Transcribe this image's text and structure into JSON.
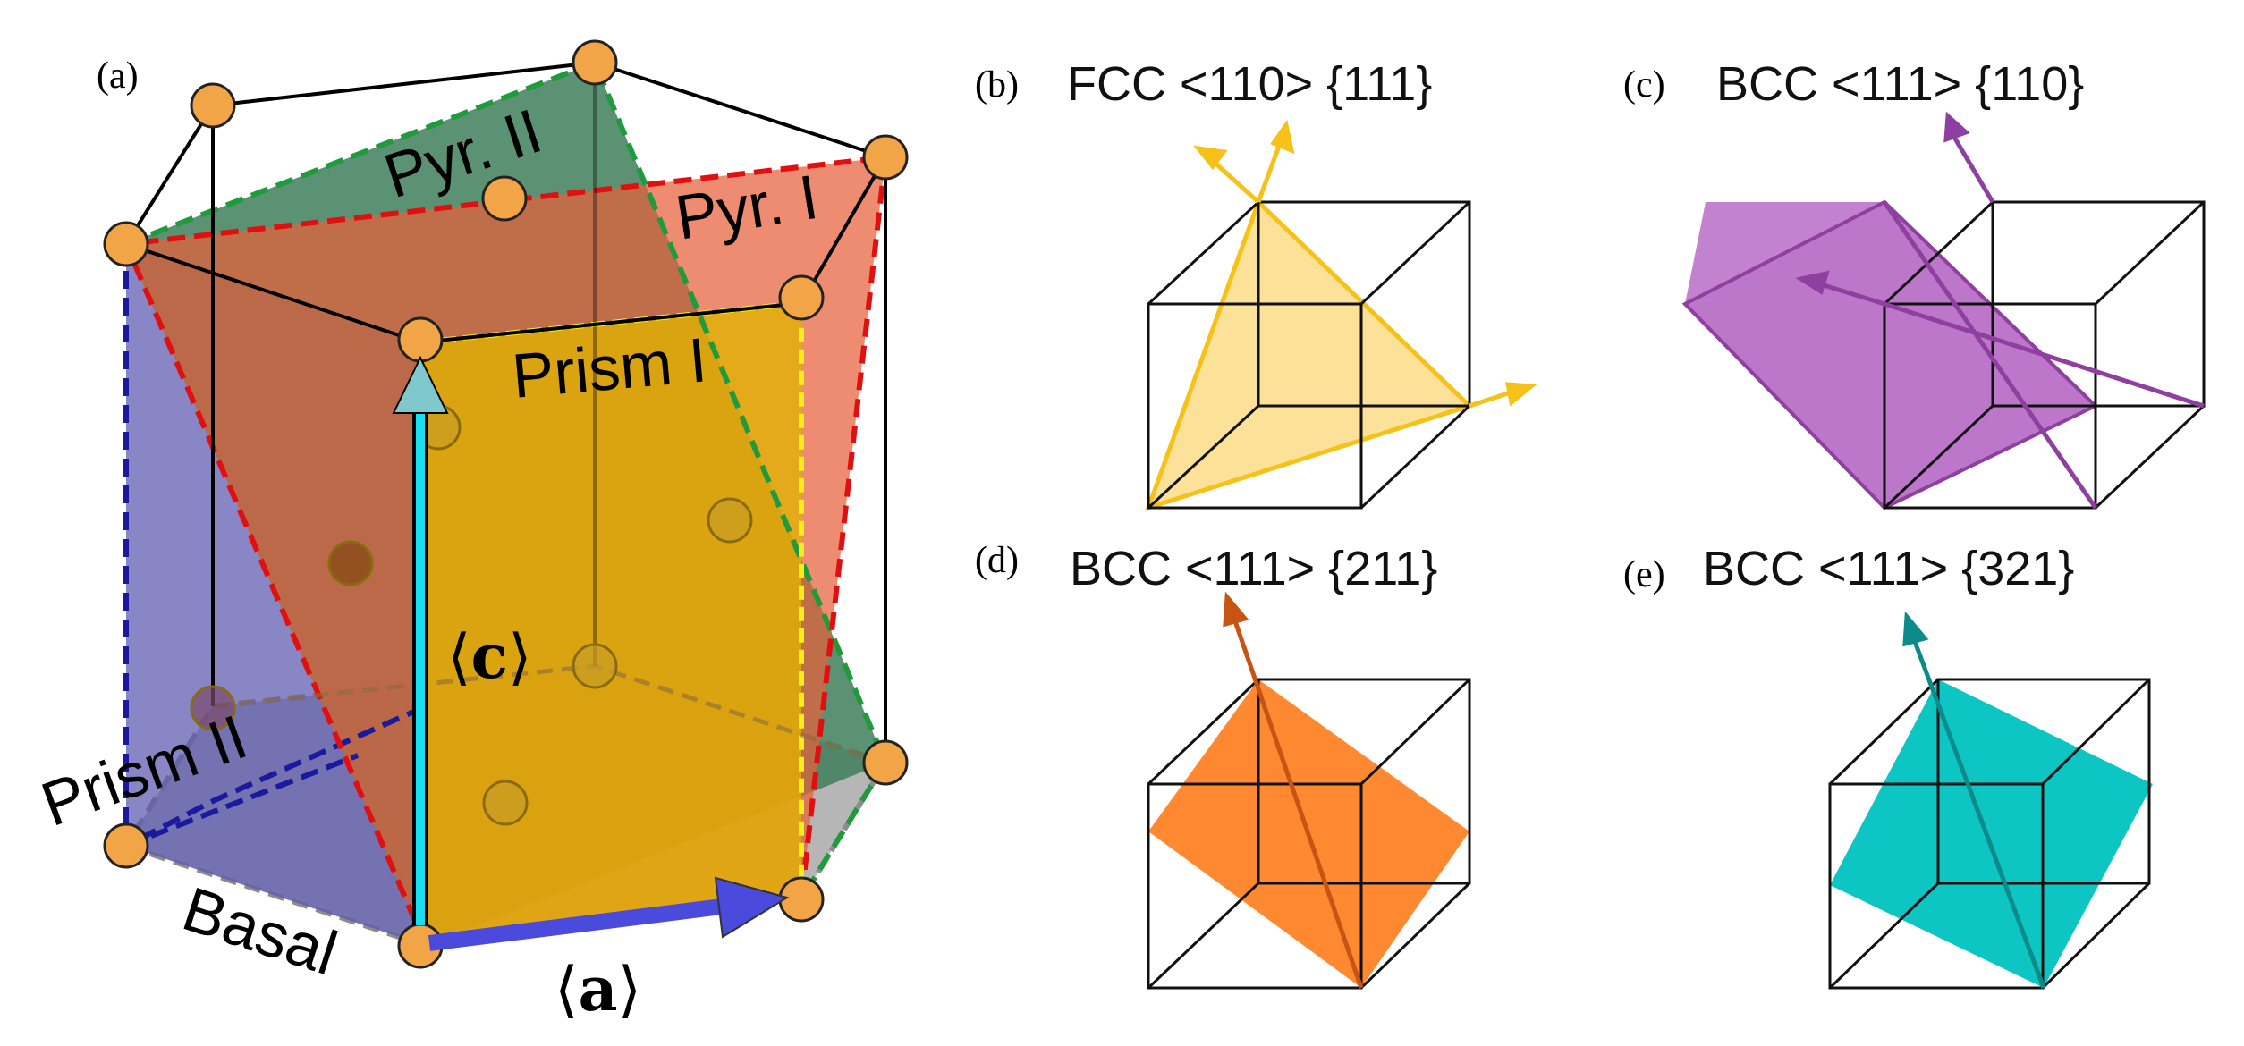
{
  "panels": {
    "a": {
      "letter": "(a)"
    },
    "b": {
      "letter": "(b)",
      "title": "FCC <110> {111}",
      "color": "#f6c21a",
      "fill": "#fbd777"
    },
    "c": {
      "letter": "(c)",
      "title": "BCC <111> {110}",
      "color": "#8e3fa0",
      "fill": "#b76cc5"
    },
    "d": {
      "letter": "(d)",
      "title": "BCC <111> {211}",
      "color": "#e0601c",
      "fill": "#ff7f1e"
    },
    "e": {
      "letter": "(e)",
      "title": "BCC <111> {321}",
      "color": "#0fa5a3",
      "fill": "#00c2c0"
    }
  },
  "hcp": {
    "planes": {
      "pyr2": "Pyr. II",
      "pyr1": "Pyr. I",
      "prism1": "Prism I",
      "prism2": "Prism II",
      "basal": "Basal"
    },
    "vectors": {
      "c": {
        "open": "⟨",
        "sym": "c",
        "close": "⟩",
        "color": "#19e0f0"
      },
      "a": {
        "open": "⟨",
        "sym": "a",
        "close": "⟩",
        "color": "#4a4adc"
      }
    },
    "colors": {
      "pyr2": "#3f7f5c",
      "pyr1": "#e8603a",
      "prism1": "#e2b200",
      "prism2": "#6f6cb8",
      "basal": "#a9a9a9",
      "atom": "#f2a546"
    }
  }
}
